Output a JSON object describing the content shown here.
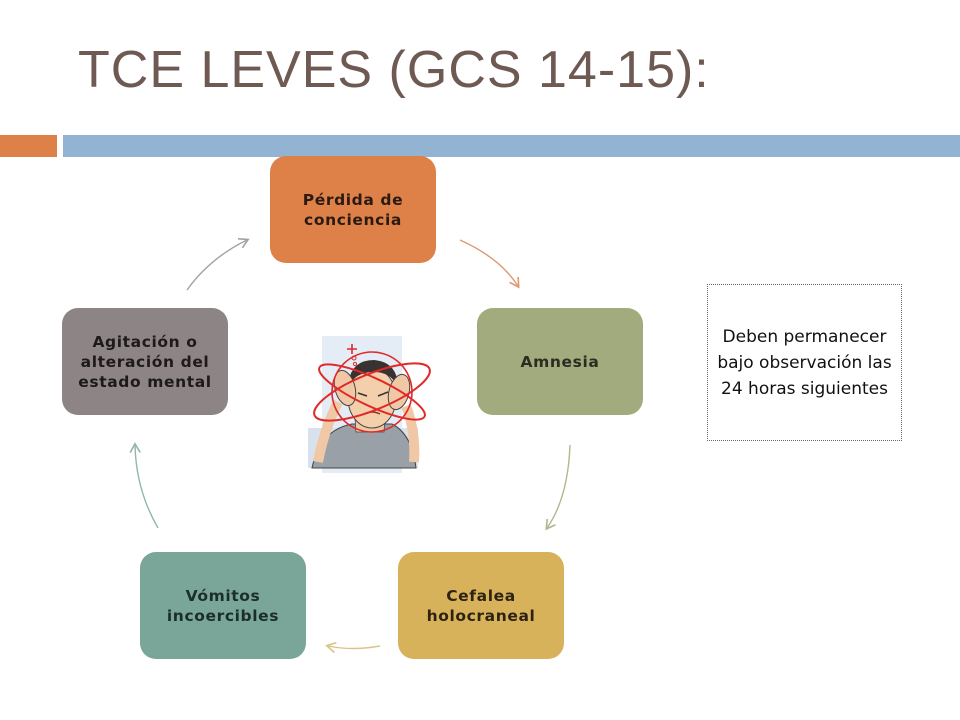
{
  "slide": {
    "title": "TCE LEVES (GCS 14-15):"
  },
  "cycle": {
    "nodes": [
      {
        "label": "Pérdida de conciencia",
        "color": "#dd8149"
      },
      {
        "label": "Amnesia",
        "color": "#a2ab7e"
      },
      {
        "label": "Cefalea holocraneal",
        "color": "#d8b25b"
      },
      {
        "label": "Vómitos incoercibles",
        "color": "#79a699"
      },
      {
        "label": "Agitación o alteración del estado mental",
        "color": "#8d8486"
      }
    ],
    "center_image": "headache-illustration"
  },
  "note": {
    "text": "Deben permanecer bajo observación las 24 horas siguientes"
  },
  "accent_colors": {
    "orange": "#dd8149",
    "blue": "#93b3d2",
    "title": "#6e5a52"
  }
}
